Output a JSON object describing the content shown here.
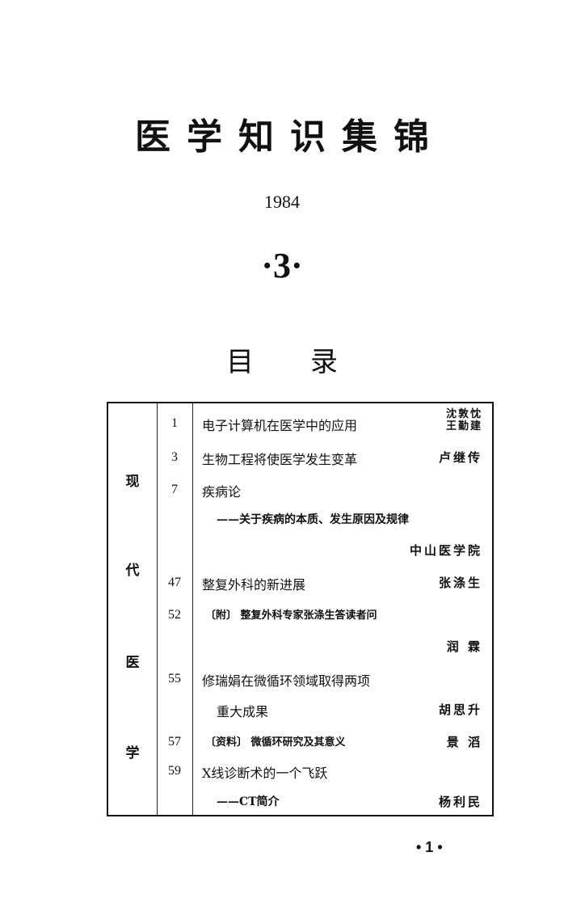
{
  "header": {
    "title": "医学知识集锦",
    "year": "1984",
    "issue": "·3·",
    "toc_heading": "目录"
  },
  "toc": {
    "section_label": [
      "现",
      "代",
      "医",
      "学"
    ],
    "section_full": "现代医学",
    "entries": [
      {
        "page": "1",
        "title": "电子计算机在医学中的应用",
        "author_line1": "沈敦忱",
        "author_line2": "王勤建"
      },
      {
        "page": "3",
        "title": "生物工程将使医学发生变革",
        "author": "卢继传"
      },
      {
        "page": "7",
        "title": "疾病论"
      },
      {
        "page": "",
        "title": "——关于疾病的本质、发生原因及规律"
      },
      {
        "page": "",
        "title": "",
        "author": "中山医学院"
      },
      {
        "page": "47",
        "title": "整复外科的新进展",
        "author": "张涤生"
      },
      {
        "page": "52",
        "title": "〔附〕 整复外科专家张涤生答读者问"
      },
      {
        "page": "",
        "title": "",
        "author": "润  霖"
      },
      {
        "page": "55",
        "title": "修瑞娟在微循环领域取得两项"
      },
      {
        "page": "",
        "title": "重大成果",
        "author": "胡思升"
      },
      {
        "page": "57",
        "title": "〔资料〕 微循环研究及其意义",
        "author": "景  滔"
      },
      {
        "page": "59",
        "title": "X线诊断术的一个飞跃"
      },
      {
        "page": "",
        "title": "——CT简介",
        "author": "杨利民"
      }
    ]
  },
  "footer": {
    "page_number": "• 1 •"
  }
}
